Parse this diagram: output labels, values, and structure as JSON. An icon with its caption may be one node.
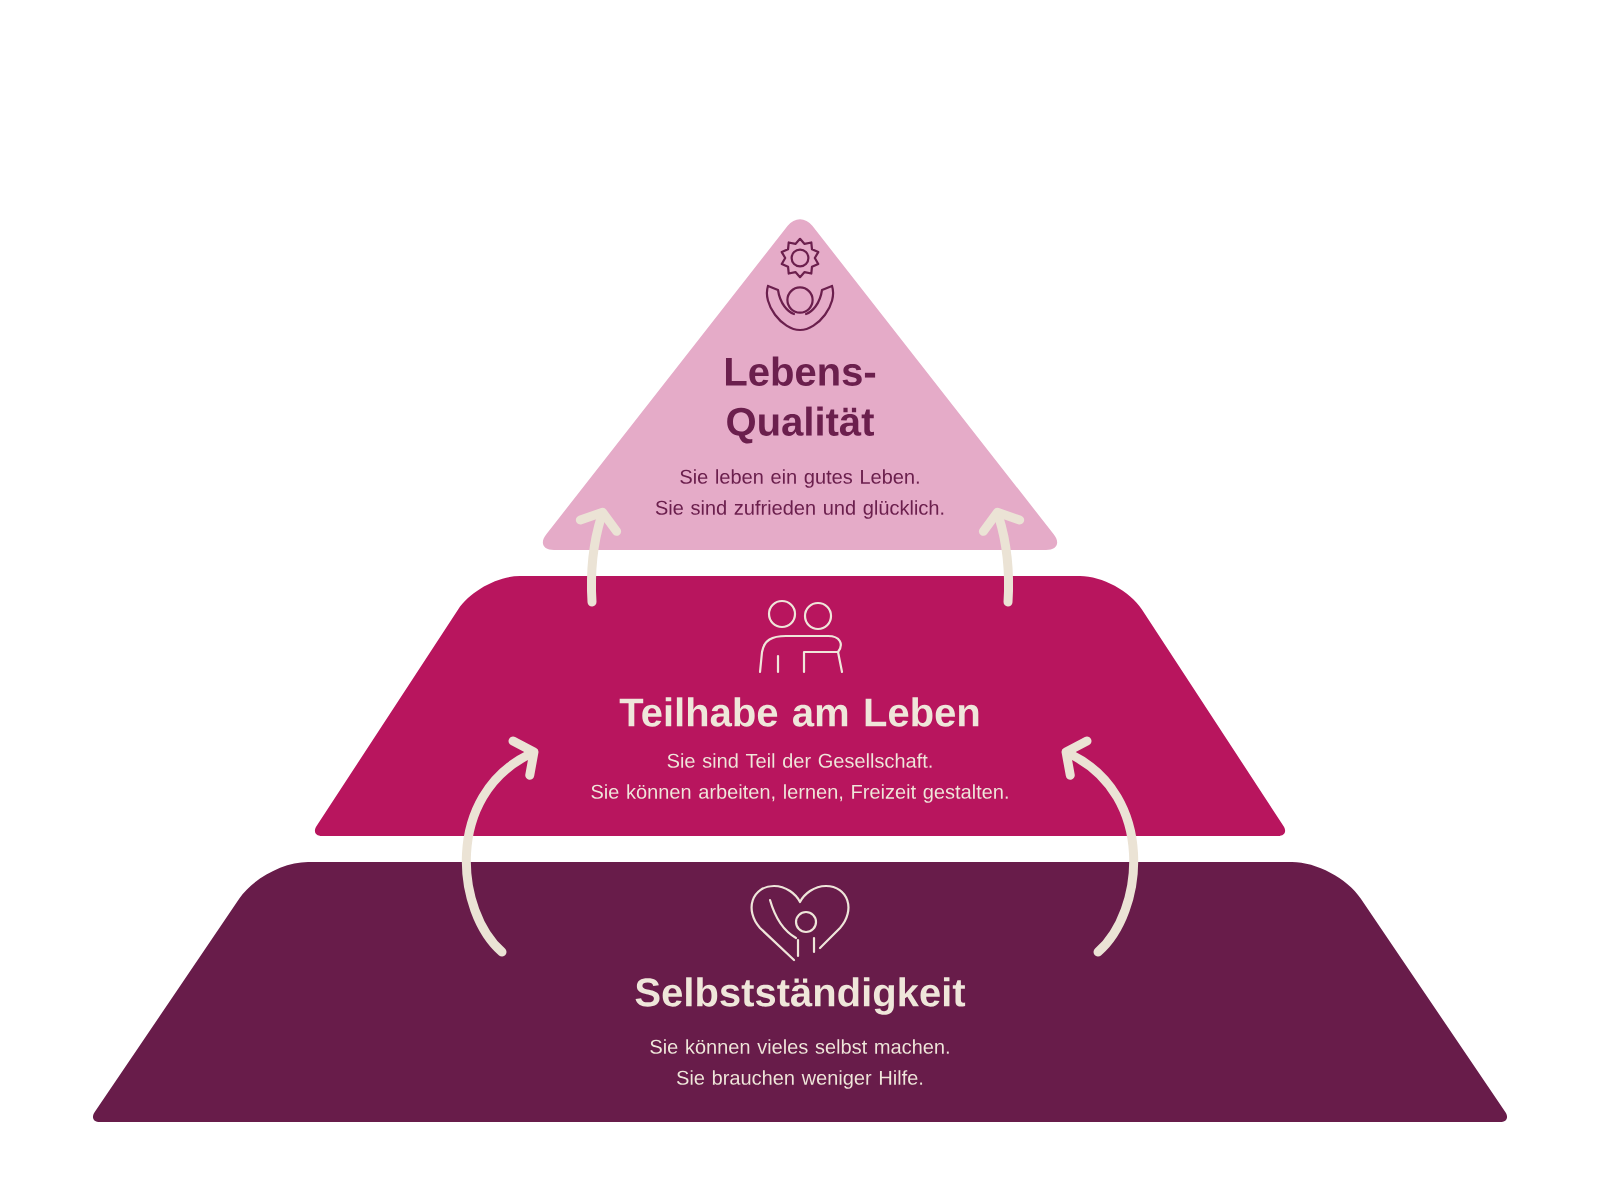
{
  "diagram": {
    "nodes": [
      {
        "text": [
          "Lebens- Qualität",
          "Sie leben ein gutes Leben. Sie sind zufrieden und glücklich."
        ]
      },
      {
        "text": [
          "Teilhabe am Leben",
          "Sie sind Teil der Gesellschaft. Sie können arbeiten, lernen, Freizeit gestalten."
        ]
      },
      {
        "text": [
          "Selbstständigkeit",
          "Sie können vieles selbst machen. Sie brauchen weniger Hilfe."
        ]
      }
    ],
    "edges": [
      {
        "from": 2,
        "to": 1,
        "arrow": "to"
      },
      {
        "from": 2,
        "to": 1,
        "arrow": "to"
      },
      {
        "from": 1,
        "to": 0,
        "arrow": "to"
      },
      {
        "from": 1,
        "to": 0,
        "arrow": "to"
      }
    ]
  }
}
